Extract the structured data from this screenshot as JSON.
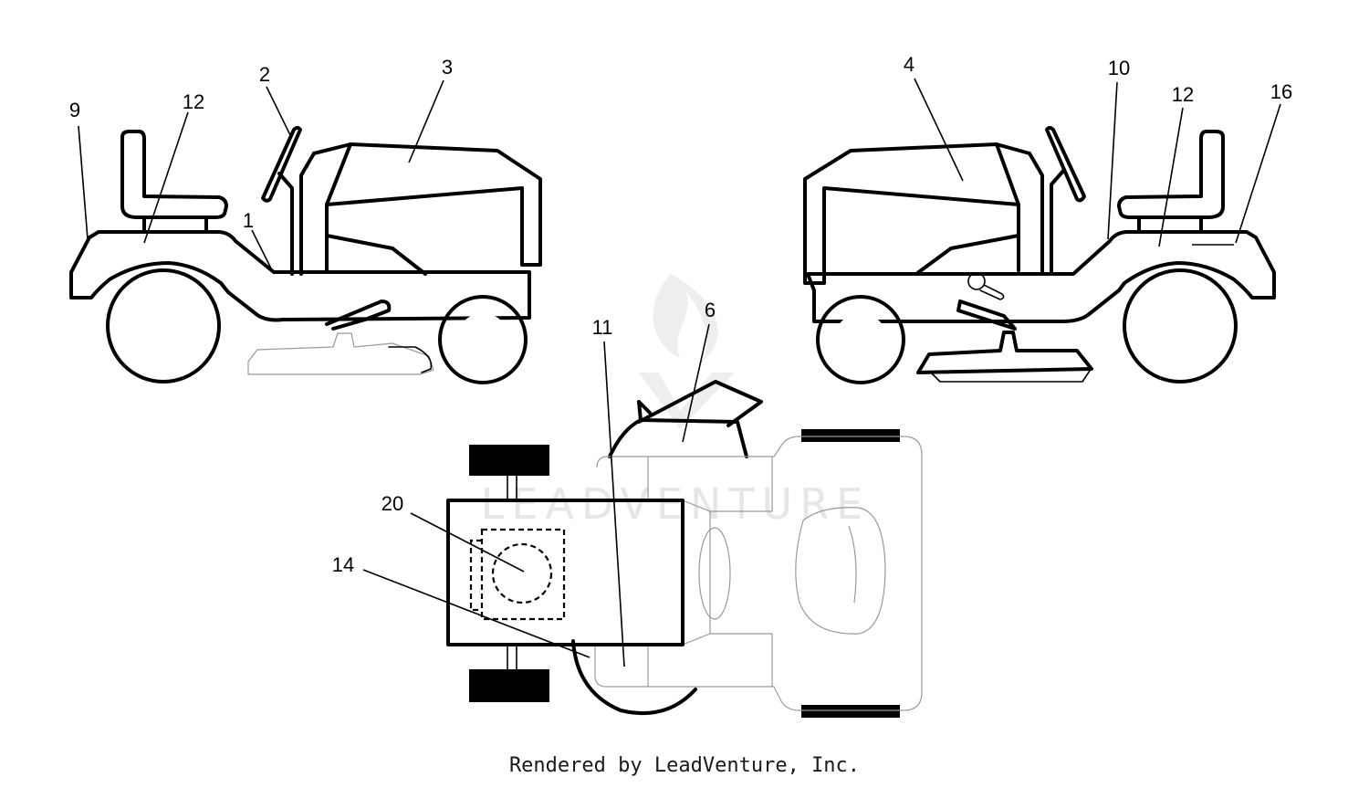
{
  "callouts": {
    "left_tractor": [
      "9",
      "12",
      "2",
      "3",
      "1"
    ],
    "right_tractor": [
      "4",
      "10",
      "12",
      "16"
    ],
    "top_view": [
      "11",
      "6",
      "20",
      "14"
    ]
  },
  "watermark": "LEADVENTURE",
  "footer": "Rendered by LeadVenture, Inc."
}
